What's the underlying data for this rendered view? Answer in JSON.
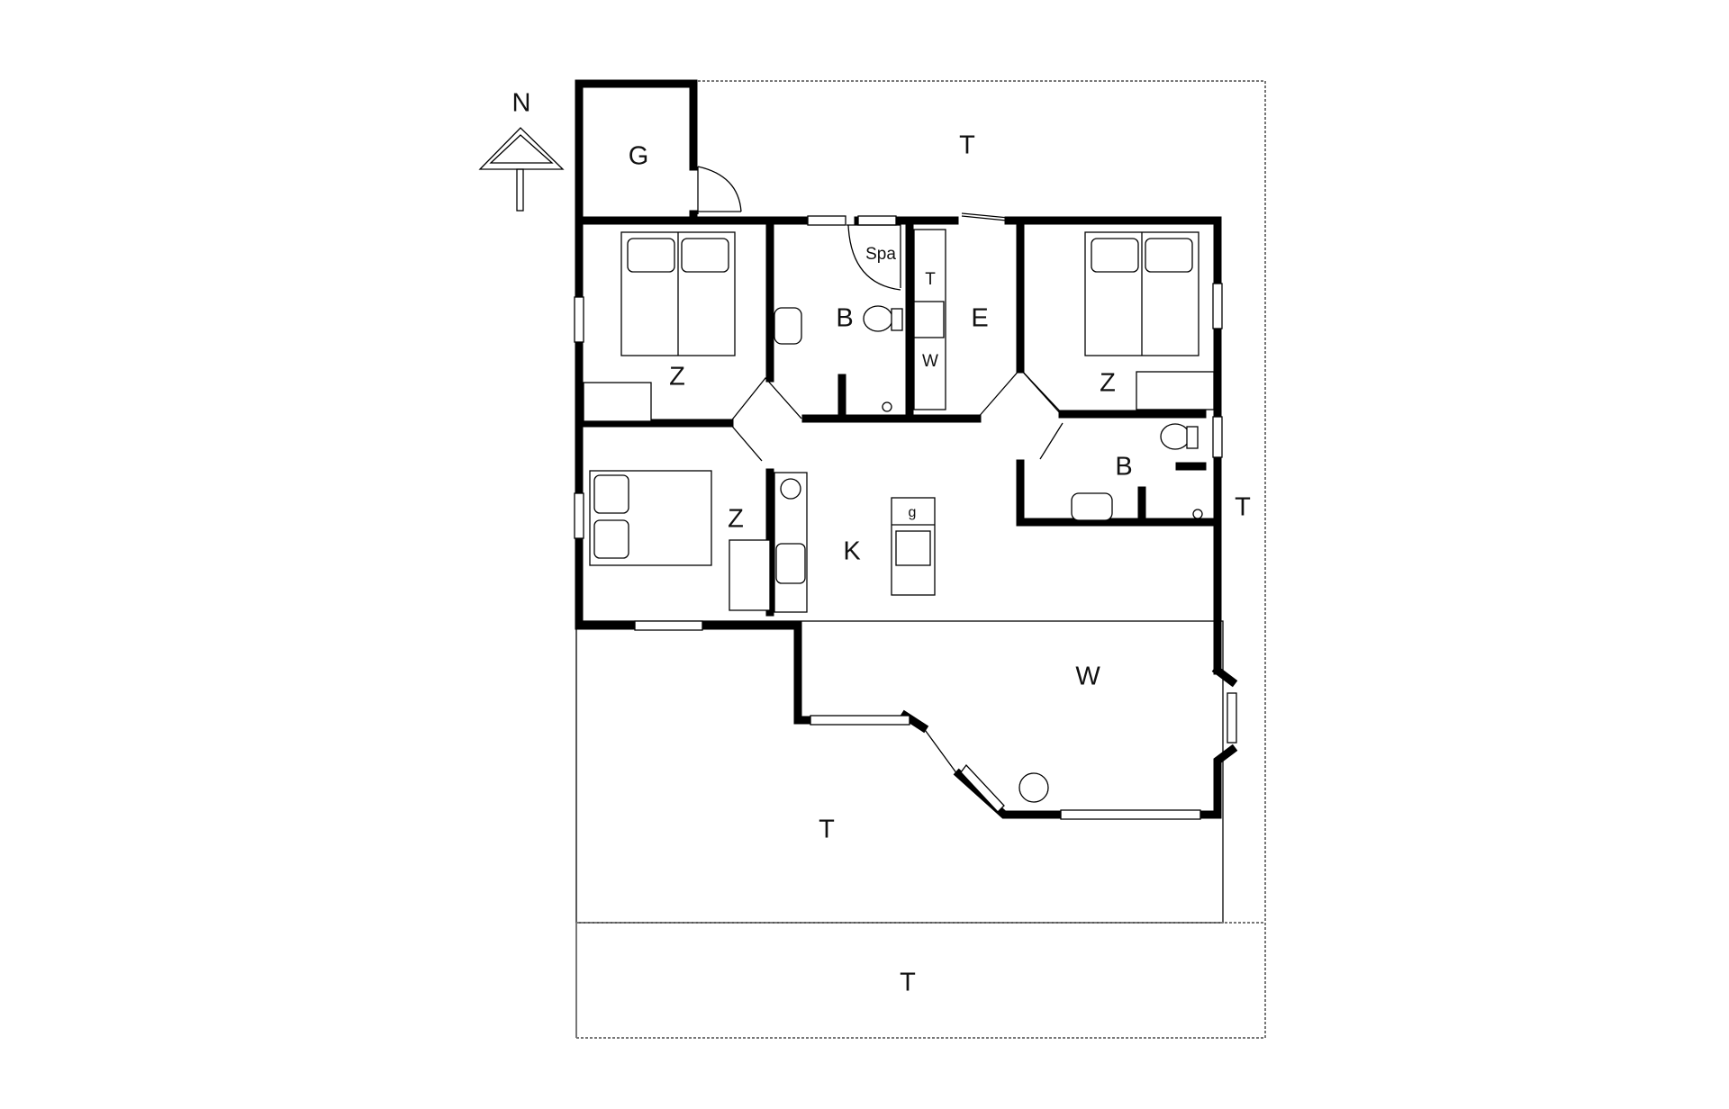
{
  "compass": {
    "label": "N"
  },
  "rooms": {
    "garage": "G",
    "terrace_north": "T",
    "bedroom_nw": "Z",
    "bathroom_1": "B",
    "spa": "Spa",
    "dryer": "T",
    "washer": "W",
    "entrance": "E",
    "bedroom_ne": "Z",
    "bedroom_w": "Z",
    "kitchen": "K",
    "grill": "g",
    "bathroom_2": "B",
    "terrace_east": "T",
    "living": "W",
    "terrace_south": "T",
    "terrace_bottom": "T"
  },
  "colors": {
    "wall": "#000000",
    "line": "#000000",
    "dashed": "#777777",
    "background": "#ffffff"
  }
}
